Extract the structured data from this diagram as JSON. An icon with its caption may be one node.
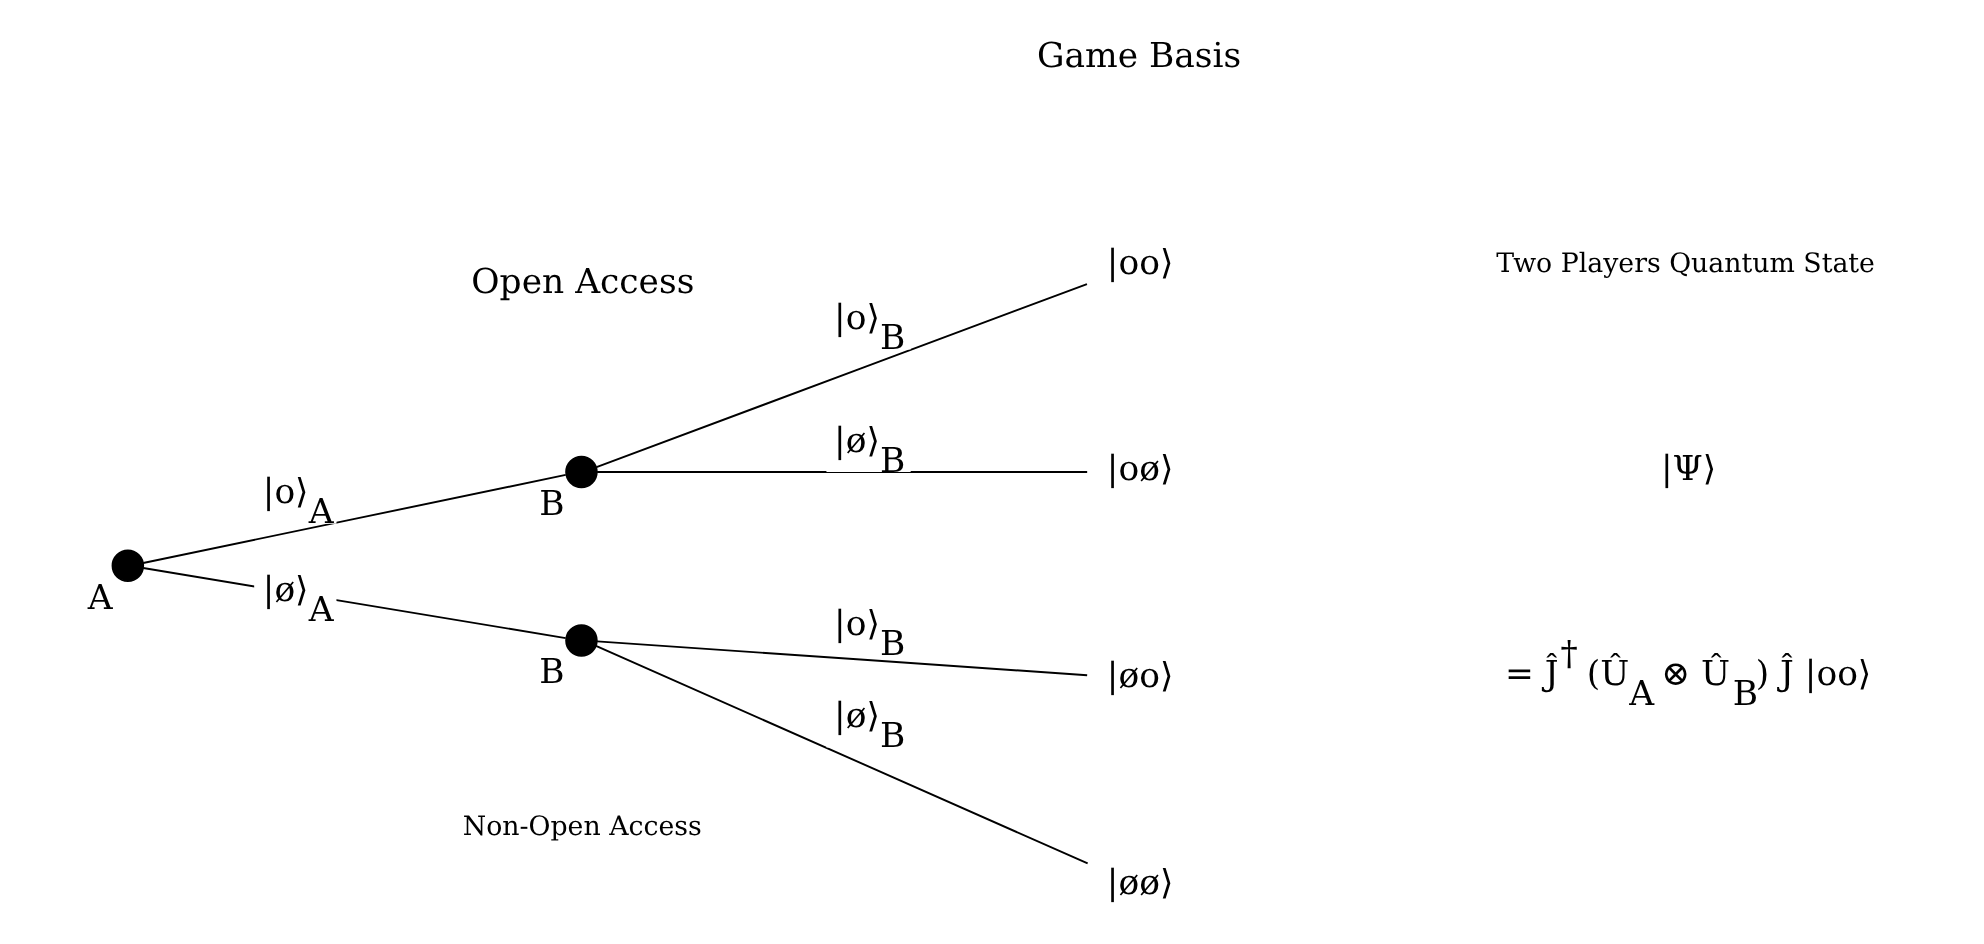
{
  "diagram": {
    "nodes": [
      {
        "text": [],
        "shape": "circle",
        "beside": [
          "A"
        ]
      },
      {
        "text": [],
        "shape": "circle",
        "beside": [
          "B"
        ]
      },
      {
        "text": [],
        "shape": "circle",
        "beside": [
          "B"
        ]
      },
      {
        "text": [
          "|oo⟩"
        ]
      },
      {
        "text": [
          "|oø⟩"
        ]
      },
      {
        "text": [
          "|øo⟩"
        ]
      },
      {
        "text": [
          "|øø⟩"
        ]
      }
    ],
    "edges": [
      {
        "from": 0,
        "to": 1,
        "arrow": "none",
        "label": "|o⟩$_{A}$"
      },
      {
        "from": 0,
        "to": 2,
        "arrow": "none",
        "label": "|ø⟩$_{A}$"
      },
      {
        "from": 1,
        "to": 3,
        "arrow": "none",
        "label": "|o⟩$_{B}$"
      },
      {
        "from": 1,
        "to": 4,
        "arrow": "none",
        "label": "|ø⟩$_{B}$"
      },
      {
        "from": 2,
        "to": 5,
        "arrow": "none",
        "label": "|o⟩$_{B}$"
      },
      {
        "from": 2,
        "to": 6,
        "arrow": "none",
        "label": "|ø⟩$_{B}$"
      }
    ],
    "labels": [
      "Game Basis",
      "Open Access",
      "Two Players Quantum State",
      "|Ψ⟩",
      "= Ĵ$^{†}$ (Û$_{A}$ ⊗ Û$_{B}$) Ĵ |oo⟩",
      "Non-Open Access"
    ]
  }
}
